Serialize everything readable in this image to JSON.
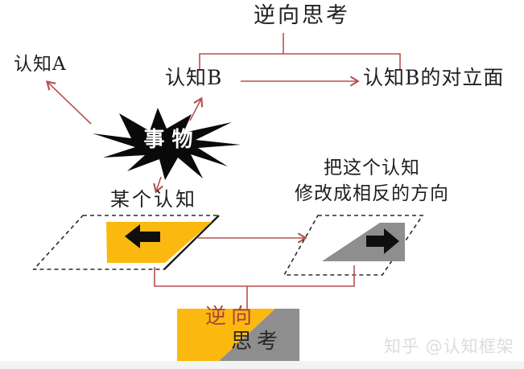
{
  "colors": {
    "background": "#ffffff",
    "line_red": "#b5524c",
    "shape_yellow": "#fbb90f",
    "shape_gray": "#8e8e8e",
    "burst_black": "#0a0a0a",
    "arrow_black": "#0f0f0f",
    "box_title_red": "#a8423c",
    "watermark_gray": "#dcdcdc",
    "footer_strip": "#f1f3f4"
  },
  "nodes": {
    "top_title": "逆向思考",
    "cognition_a": "认知A",
    "cognition_b": "认知B",
    "cognition_b_opposite": "认知B的对立面",
    "thing_burst": "事物",
    "some_cognition": "某个认知",
    "modify_caption_line1": "把这个认知",
    "modify_caption_line2": "修改成相反的方向",
    "bottom_box_word1": "逆向",
    "bottom_box_word2": "思考"
  },
  "watermark": "知乎 @认知框架"
}
